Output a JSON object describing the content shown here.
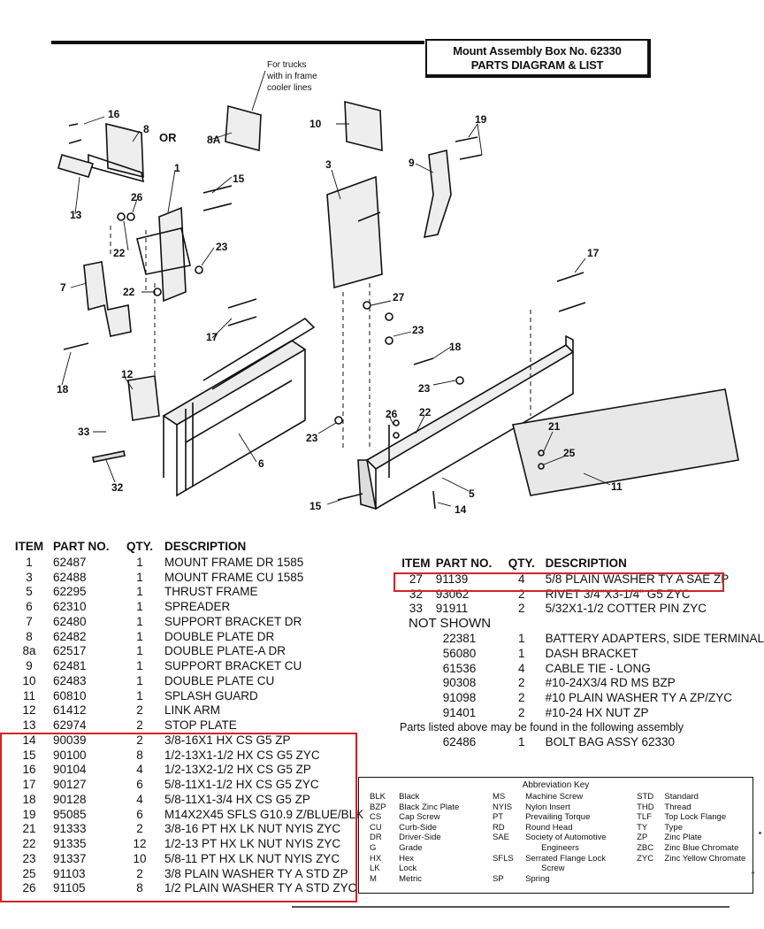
{
  "header": {
    "title_line1": "Mount Assembly Box No. 62330",
    "title_line2": "PARTS DIAGRAM & LIST"
  },
  "diagram": {
    "note": [
      "For trucks",
      "with in frame",
      "cooler lines"
    ],
    "or_label": "OR",
    "callouts": [
      "16",
      "8",
      "8A",
      "10",
      "19",
      "3",
      "9",
      "1",
      "15",
      "26",
      "13",
      "22",
      "23",
      "7",
      "22",
      "17",
      "27",
      "23",
      "17",
      "18",
      "18",
      "23",
      "12",
      "26",
      "22",
      "21",
      "25",
      "33",
      "6",
      "23",
      "32",
      "5",
      "15",
      "14",
      "11"
    ]
  },
  "left_table": {
    "headers": [
      "ITEM",
      "PART NO.",
      "QTY.",
      "DESCRIPTION"
    ],
    "rows": [
      {
        "item": "1",
        "part": "62487",
        "qty": "1",
        "desc": "MOUNT FRAME DR 1585"
      },
      {
        "item": "3",
        "part": "62488",
        "qty": "1",
        "desc": "MOUNT FRAME CU 1585"
      },
      {
        "item": "5",
        "part": "62295",
        "qty": "1",
        "desc": "THRUST FRAME"
      },
      {
        "item": "6",
        "part": "62310",
        "qty": "1",
        "desc": "SPREADER"
      },
      {
        "item": "7",
        "part": "62480",
        "qty": "1",
        "desc": "SUPPORT BRACKET DR"
      },
      {
        "item": "8",
        "part": "62482",
        "qty": "1",
        "desc": "DOUBLE PLATE DR"
      },
      {
        "item": "8a",
        "part": "62517",
        "qty": "1",
        "desc": "DOUBLE PLATE-A DR"
      },
      {
        "item": "9",
        "part": "62481",
        "qty": "1",
        "desc": "SUPPORT BRACKET CU"
      },
      {
        "item": "10",
        "part": "62483",
        "qty": "1",
        "desc": "DOUBLE PLATE CU"
      },
      {
        "item": "11",
        "part": "60810",
        "qty": "1",
        "desc": "SPLASH GUARD"
      },
      {
        "item": "12",
        "part": "61412",
        "qty": "2",
        "desc": "LINK ARM"
      },
      {
        "item": "13",
        "part": "62974",
        "qty": "2",
        "desc": "STOP PLATE"
      },
      {
        "item": "14",
        "part": "90039",
        "qty": "2",
        "desc": "3/8-16X1 HX CS G5 ZP"
      },
      {
        "item": "15",
        "part": "90100",
        "qty": "8",
        "desc": "1/2-13X1-1/2 HX CS G5 ZYC"
      },
      {
        "item": "16",
        "part": "90104",
        "qty": "4",
        "desc": "1/2-13X2-1/2 HX CS G5 ZP"
      },
      {
        "item": "17",
        "part": "90127",
        "qty": "6",
        "desc": "5/8-11X1-1/2 HX CS G5 ZYC"
      },
      {
        "item": "18",
        "part": "90128",
        "qty": "4",
        "desc": "5/8-11X1-3/4 HX CS G5 ZP"
      },
      {
        "item": "19",
        "part": "95085",
        "qty": "6",
        "desc": "M14X2X45 SFLS G10.9 Z/BLUE/BLK"
      },
      {
        "item": "21",
        "part": "91333",
        "qty": "2",
        "desc": "3/8-16 PT HX LK NUT NYIS ZYC"
      },
      {
        "item": "22",
        "part": "91335",
        "qty": "12",
        "desc": "1/2-13 PT HX LK NUT NYIS ZYC"
      },
      {
        "item": "23",
        "part": "91337",
        "qty": "10",
        "desc": "5/8-11 PT HX LK NUT NYIS ZYC"
      },
      {
        "item": "25",
        "part": "91103",
        "qty": "2",
        "desc": "3/8 PLAIN WASHER TY A STD ZP"
      },
      {
        "item": "26",
        "part": "91105",
        "qty": "8",
        "desc": "1/2 PLAIN WASHER TY A STD ZYC"
      }
    ]
  },
  "right_table": {
    "headers": [
      "ITEM",
      "PART NO.",
      "QTY.",
      "DESCRIPTION"
    ],
    "rows": [
      {
        "item": "27",
        "part": "91139",
        "qty": "4",
        "desc": "5/8 PLAIN WASHER TY A SAE ZP"
      },
      {
        "item": "32",
        "part": "93062",
        "qty": "2",
        "desc": "RIVET 3/4\"X3-1/4\" G5 ZYC"
      },
      {
        "item": "33",
        "part": "91911",
        "qty": "2",
        "desc": "5/32X1-1/2 COTTER PIN ZYC"
      }
    ],
    "not_shown_label": "NOT SHOWN",
    "not_shown_rows": [
      {
        "part": "22381",
        "qty": "1",
        "desc": "BATTERY ADAPTERS, SIDE TERMINAL"
      },
      {
        "part": "56080",
        "qty": "1",
        "desc": "DASH BRACKET"
      },
      {
        "part": "61536",
        "qty": "4",
        "desc": "CABLE TIE - LONG"
      },
      {
        "part": "90308",
        "qty": "2",
        "desc": "#10-24X3/4 RD MS BZP"
      },
      {
        "part": "91098",
        "qty": "2",
        "desc": "#10 PLAIN WASHER TY A ZP/ZYC"
      },
      {
        "part": "91401",
        "qty": "2",
        "desc": "#10-24 HX NUT ZP"
      }
    ],
    "assembly_note": "Parts listed above may be found in the following assembly",
    "assembly_row": {
      "part": "62486",
      "qty": "1",
      "desc": "BOLT BAG ASSY 62330"
    }
  },
  "abbreviations": {
    "title": "Abbreviation Key",
    "rows": [
      [
        "BLK",
        "Black",
        "MS",
        "Machine Screw",
        "STD",
        "Standard"
      ],
      [
        "BZP",
        "Black Zinc Plate",
        "NYIS",
        "Nylon Insert",
        "THD",
        "Thread"
      ],
      [
        "CS",
        "Cap Screw",
        "PT",
        "Prevailing Torque",
        "TLF",
        "Top Lock Flange"
      ],
      [
        "CU",
        "Curb-Side",
        "RD",
        "Round Head",
        "TY",
        "Type"
      ],
      [
        "DR",
        "Driver-Side",
        "SAE",
        "Society of Automotive",
        "ZP",
        "Zinc Plate"
      ],
      [
        "G",
        "Grade",
        "",
        "Engineers",
        "ZBC",
        "Zinc Blue Chromate"
      ],
      [
        "HX",
        "Hex",
        "SFLS",
        "Serrated Flange Lock",
        "ZYC",
        "Zinc Yellow Chromate"
      ],
      [
        "LK",
        "Lock",
        "",
        "Screw",
        "",
        ""
      ],
      [
        "M",
        "Metric",
        "SP",
        "Spring",
        "",
        ""
      ]
    ]
  },
  "colors": {
    "highlight": "#d2232a",
    "ink": "#111111"
  }
}
